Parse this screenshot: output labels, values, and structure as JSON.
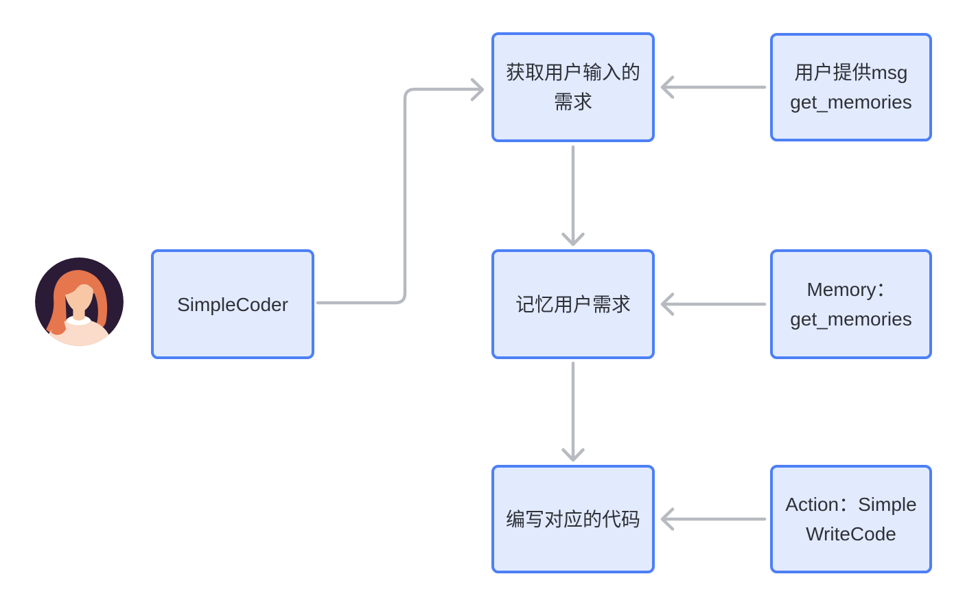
{
  "colors": {
    "background": "#ffffff",
    "node_fill": "#e2eafd",
    "node_border": "#4d80f6",
    "arrow": "#b7bac0",
    "text": "#2e3138",
    "avatar_bg": "#2b1b36",
    "avatar_hair": "#e5764e",
    "avatar_skin": "#f8c8a6",
    "avatar_shirt": "#fbdbca",
    "avatar_collar": "#ffffff"
  },
  "icons": {
    "avatar": "woman-avatar-icon"
  },
  "nodes": {
    "agent": {
      "label": "SimpleCoder"
    },
    "step1": {
      "line1": "获取用户输入的",
      "line2": "需求"
    },
    "step2": {
      "line1": "记忆用户需求"
    },
    "step3": {
      "line1": "编写对应的代码"
    },
    "input1": {
      "line1": "用户提供msg",
      "line2": "get_memories"
    },
    "input2": {
      "line1": "Memory：",
      "line2": "get_memories"
    },
    "input3": {
      "line1": "Action：Simple",
      "line2": "WriteCode"
    }
  }
}
